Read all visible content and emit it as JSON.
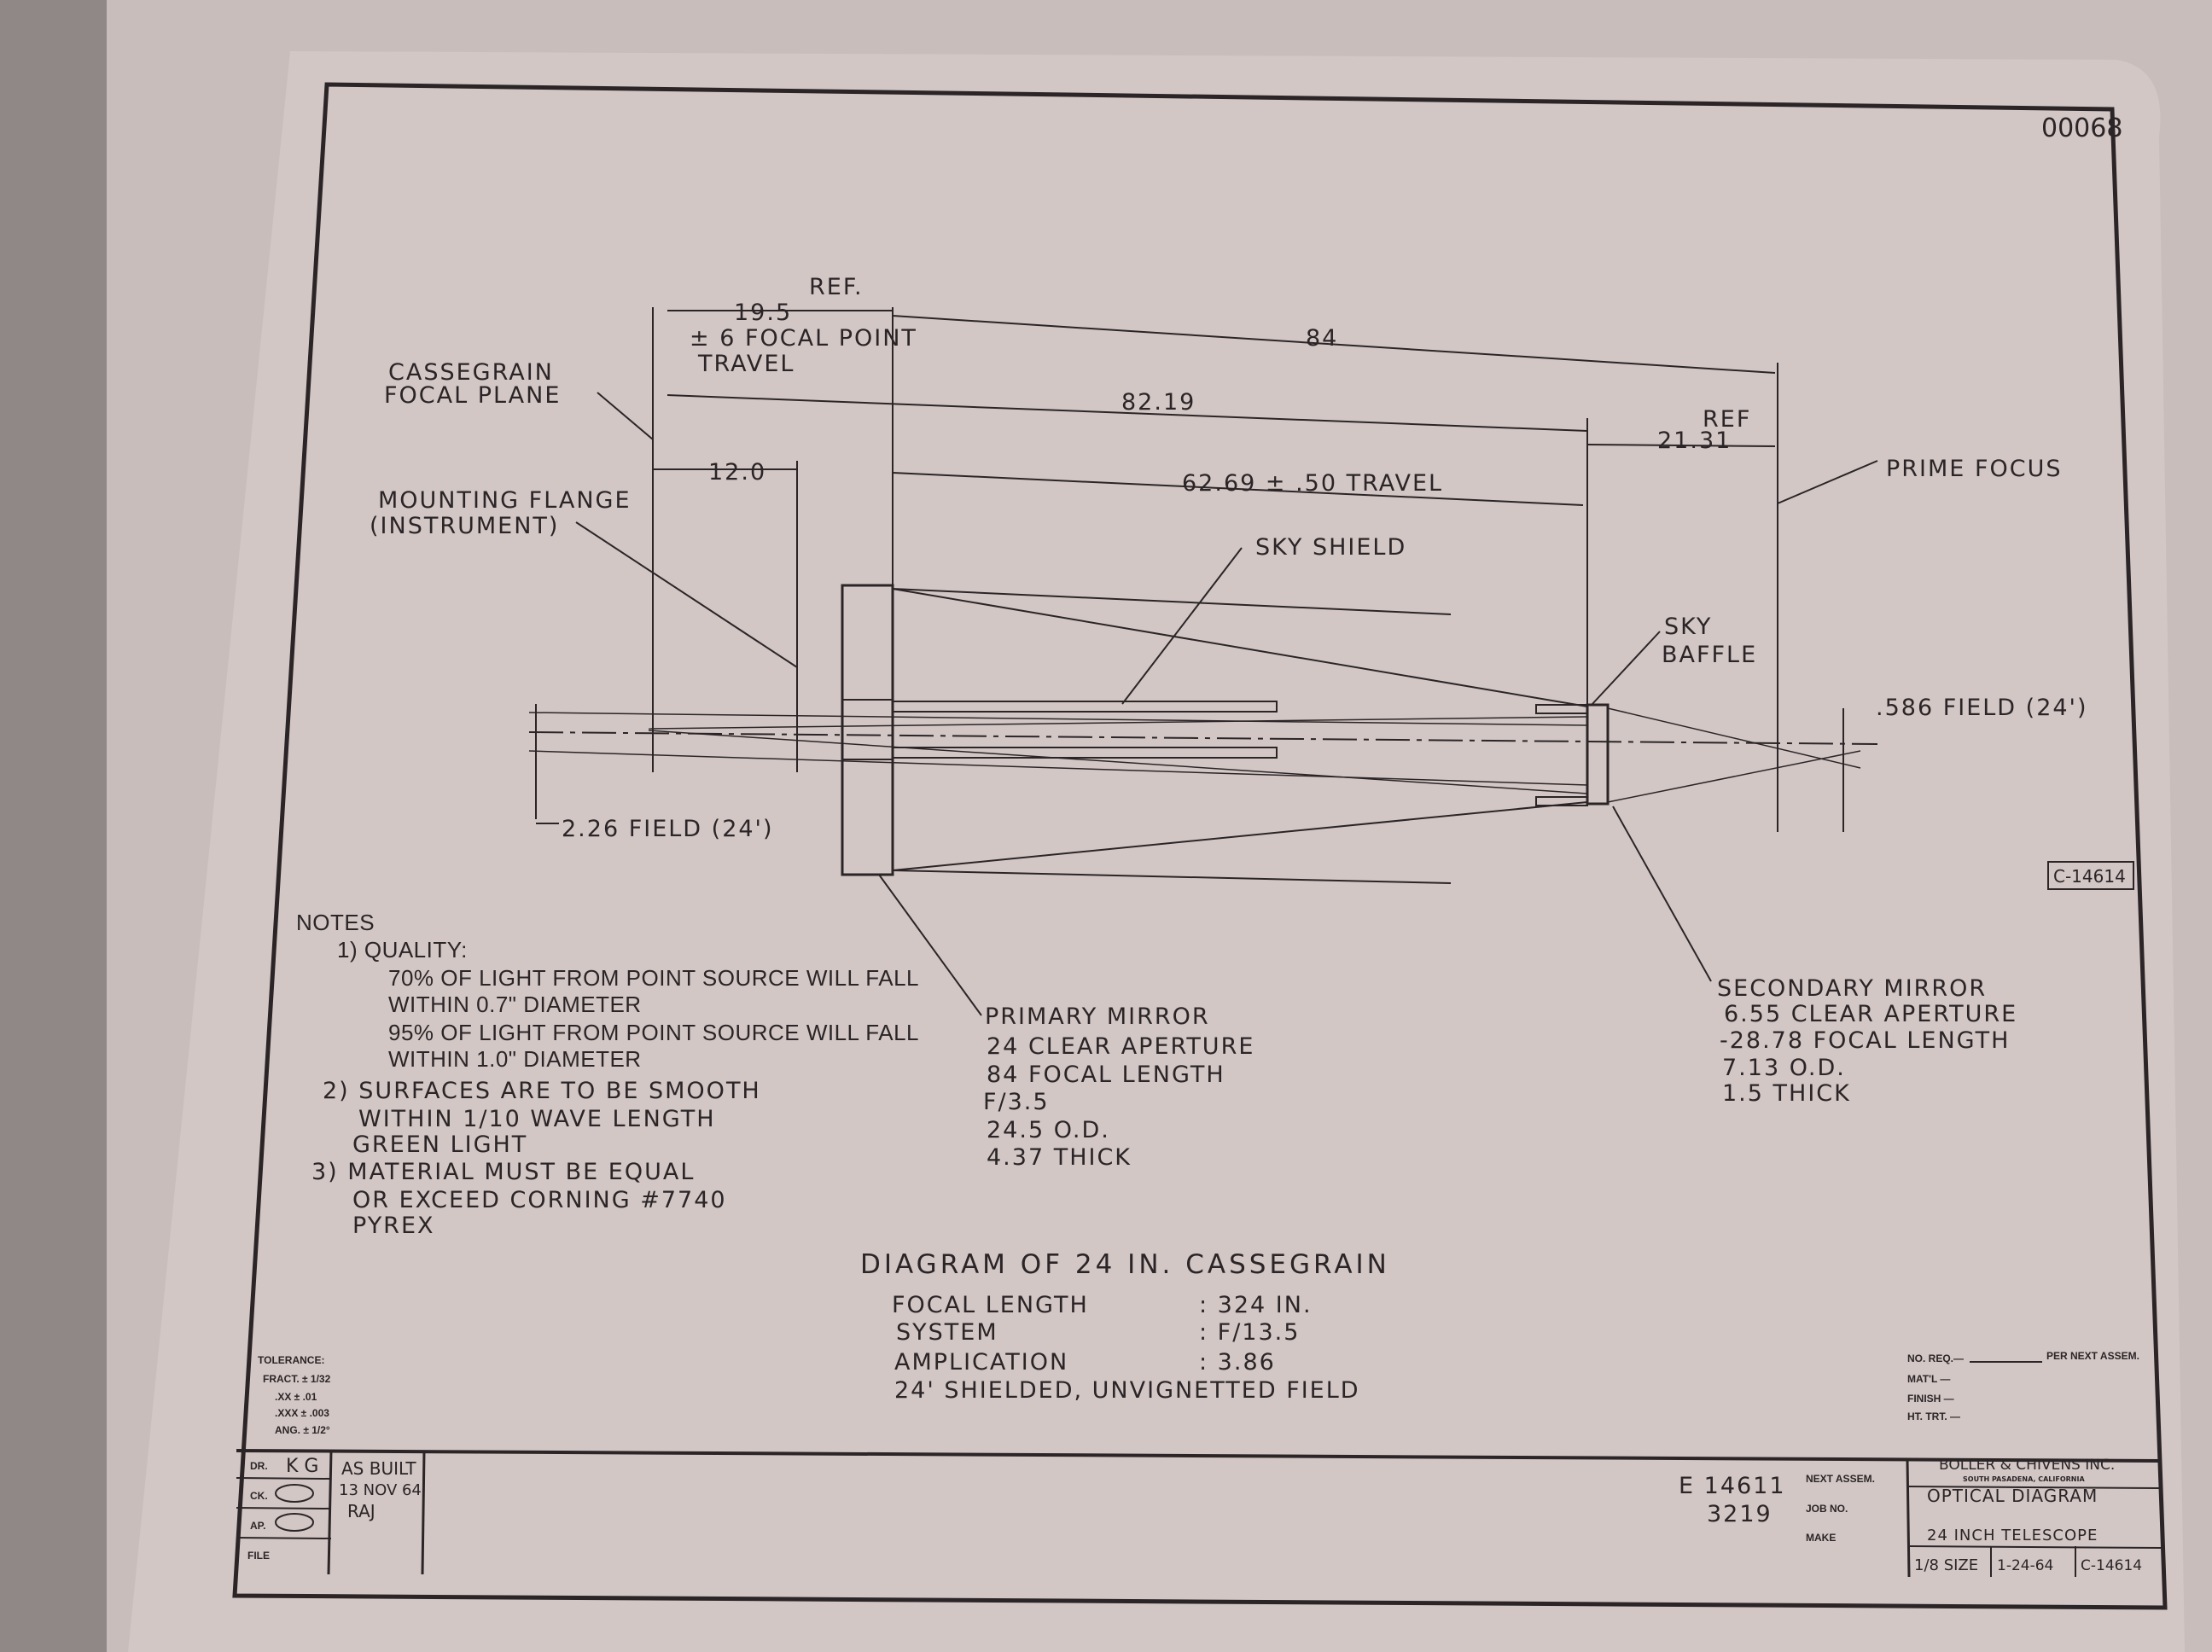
{
  "sheet_number": "00068",
  "side_tag": "C-14614",
  "dimensions": {
    "ref_top": "REF.",
    "d_19_5": "19.5",
    "focal_travel_1": "± 6 FOCAL POINT",
    "focal_travel_2": "TRAVEL",
    "d_84": "84",
    "d_82_19": "82.19",
    "ref_right": "REF",
    "d_21_31": "21.31",
    "d_12_0": "12.0",
    "d_62_69": "62.69 ± .50 TRAVEL"
  },
  "labels": {
    "cassegrain_1": "CASSEGRAIN",
    "cassegrain_2": "FOCAL PLANE",
    "flange_1": "MOUNTING FLANGE",
    "flange_2": "(INSTRUMENT)",
    "sky_shield": "SKY SHIELD",
    "sky_baffle_1": "SKY",
    "sky_baffle_2": "BAFFLE",
    "prime_focus": "PRIME FOCUS",
    "field_586": ".586 FIELD (24')",
    "field_226": "2.26 FIELD (24')"
  },
  "notes": {
    "title": "NOTES",
    "lines": [
      "1) QUALITY:",
      "70% OF LIGHT FROM POINT SOURCE WILL FALL",
      "WITHIN 0.7\" DIAMETER",
      "95% OF LIGHT FROM POINT SOURCE WILL FALL",
      "WITHIN 1.0\" DIAMETER",
      "2) SURFACES ARE TO BE SMOOTH",
      "WITHIN 1/10 WAVE LENGTH",
      "GREEN LIGHT",
      "3) MATERIAL MUST BE EQUAL",
      "OR EXCEED CORNING #7740",
      "PYREX"
    ]
  },
  "primary_mirror": [
    "PRIMARY MIRROR",
    "24 CLEAR APERTURE",
    "84 FOCAL LENGTH",
    "F/3.5",
    "24.5 O.D.",
    "4.37 THICK"
  ],
  "secondary_mirror": [
    "SECONDARY MIRROR",
    "6.55 CLEAR APERTURE",
    "-28.78 FOCAL LENGTH",
    "7.13 O.D.",
    "1.5 THICK"
  ],
  "diagram_title": {
    "title": "DIAGRAM OF 24 IN. CASSEGRAIN",
    "rows": [
      {
        "label": "FOCAL LENGTH",
        "value": ": 324 IN."
      },
      {
        "label": "SYSTEM",
        "value": ": F/13.5"
      },
      {
        "label": "AMPLICATION",
        "value": ": 3.86"
      }
    ],
    "footer": "24' SHIELDED, UNVIGNETTED FIELD"
  },
  "tolerance": {
    "title": "TOLERANCE:",
    "rows": [
      "FRACT. ± 1/32",
      ".XX ± .01",
      ".XXX ± .003",
      "ANG. ± 1/2°"
    ]
  },
  "title_block": {
    "dr_label": "DR.",
    "dr_value": "K G",
    "ck_label": "CK.",
    "ap_label": "AP.",
    "file_label": "FILE",
    "status_1": "AS BUILT",
    "status_2": "13 NOV 64",
    "status_3": "RAJ",
    "next_assem_value": "E 14611",
    "job_no_value": "3219",
    "next_assem_label": "NEXT ASSEM.",
    "job_no_label": "JOB NO.",
    "make_label": "MAKE",
    "no_req": "NO. REQ.—",
    "per_next": "PER NEXT ASSEM.",
    "matl": "MAT'L  —",
    "finish": "FINISH  —",
    "ht_trt": "HT. TRT. —",
    "company": "BOLLER & CHIVENS INC.",
    "company_city": "SOUTH PASADENA, CALIFORNIA",
    "drawing_title_1": "OPTICAL DIAGRAM",
    "drawing_title_2": "24 INCH TELESCOPE",
    "scale": "1/8 SIZE",
    "date": "1-24-64",
    "drawing_no": "C-14614"
  },
  "colors": {
    "paper": "#cdc1bf",
    "ink": "#2b2527",
    "background": "#3a3634"
  }
}
